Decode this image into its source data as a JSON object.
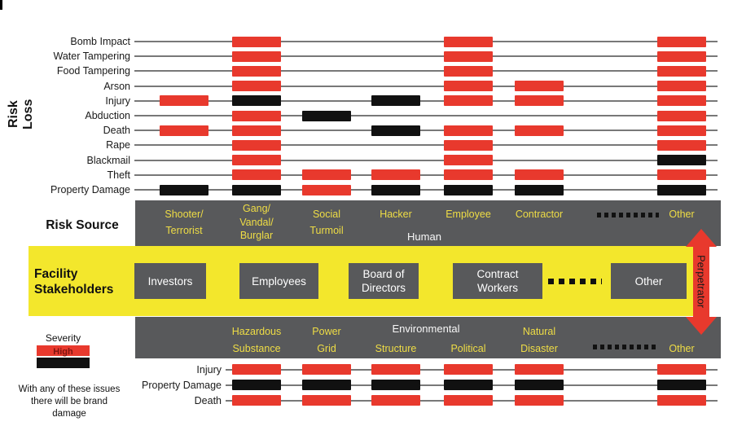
{
  "colors": {
    "band_gray": "#58595B",
    "band_yellow": "#F3E72C",
    "label_yellow": "#EFDD45",
    "bar_red": "#E8392D",
    "bar_black": "#111111",
    "line_gray": "#787878",
    "high_label": "#7F1410",
    "white_text": "#F7F7F7"
  },
  "risk_loss": {
    "axis_label": "Risk Loss",
    "rows": [
      {
        "label": "Bomb Impact",
        "cells": [
          "",
          "R",
          "",
          "",
          "R",
          "",
          "R"
        ]
      },
      {
        "label": "Water Tampering",
        "cells": [
          "",
          "R",
          "",
          "",
          "R",
          "",
          "R"
        ]
      },
      {
        "label": "Food Tampering",
        "cells": [
          "",
          "R",
          "",
          "",
          "R",
          "",
          "R"
        ]
      },
      {
        "label": "Arson",
        "cells": [
          "",
          "R",
          "",
          "",
          "R",
          "R",
          "R"
        ]
      },
      {
        "label": "Injury",
        "cells": [
          "R",
          "K",
          "",
          "K",
          "R",
          "R",
          "R"
        ]
      },
      {
        "label": "Abduction",
        "cells": [
          "",
          "R",
          "K",
          "",
          "",
          "",
          "R"
        ]
      },
      {
        "label": "Death",
        "cells": [
          "R",
          "R",
          "",
          "K",
          "R",
          "R",
          "R"
        ]
      },
      {
        "label": "Rape",
        "cells": [
          "",
          "R",
          "",
          "",
          "R",
          "",
          "R"
        ]
      },
      {
        "label": "Blackmail",
        "cells": [
          "",
          "R",
          "",
          "",
          "R",
          "",
          "K"
        ]
      },
      {
        "label": "Theft",
        "cells": [
          "",
          "R",
          "R",
          "R",
          "R",
          "R",
          "R"
        ]
      },
      {
        "label": "Property Damage",
        "cells": [
          "K",
          "K",
          "R",
          "K",
          "K",
          "K",
          "K"
        ]
      }
    ]
  },
  "risk_source": {
    "label": "Risk Source",
    "group_label": "Human",
    "items": [
      {
        "name": "shooter-terrorist",
        "lines": [
          "Shooter/",
          "Terrorist"
        ],
        "col": 0
      },
      {
        "name": "gang-vandal-burglar",
        "lines": [
          "Gang/",
          "Vandal/",
          "Burglar"
        ],
        "col": 1
      },
      {
        "name": "social-turmoil",
        "lines": [
          "Social",
          "Turmoil"
        ],
        "col": 2
      },
      {
        "name": "hacker",
        "lines": [
          "Hacker"
        ],
        "col": 3
      },
      {
        "name": "employee",
        "lines": [
          "Employee"
        ],
        "col": 4
      },
      {
        "name": "contractor",
        "lines": [
          "Contractor"
        ],
        "col": 5
      },
      {
        "name": "other",
        "lines": [
          "Other"
        ],
        "col": 6
      }
    ]
  },
  "stakeholders": {
    "label_lines": [
      "Facility",
      "Stakeholders"
    ],
    "boxes": [
      {
        "name": "investors",
        "lines": [
          "Investors"
        ]
      },
      {
        "name": "employees",
        "lines": [
          "Employees"
        ]
      },
      {
        "name": "board-of-directors",
        "lines": [
          "Board of",
          "Directors"
        ]
      },
      {
        "name": "contract-workers",
        "lines": [
          "Contract",
          "Workers"
        ]
      },
      {
        "name": "other",
        "lines": [
          "Other"
        ]
      }
    ]
  },
  "environmental": {
    "group_label": "Environmental",
    "items": [
      {
        "name": "hazardous-substance",
        "lines": [
          "Hazardous",
          "Substance"
        ],
        "col": 1
      },
      {
        "name": "power-grid",
        "lines": [
          "Power",
          "Grid"
        ],
        "col": 2
      },
      {
        "name": "structure",
        "lines": [
          "Structure"
        ],
        "col": 3
      },
      {
        "name": "political",
        "lines": [
          "Political"
        ],
        "col": 4
      },
      {
        "name": "natural-disaster",
        "lines": [
          "Natural",
          "Disaster"
        ],
        "col": 5
      },
      {
        "name": "other",
        "lines": [
          "Other"
        ],
        "col": 6
      }
    ]
  },
  "bottom_rows": [
    {
      "label": "Injury",
      "cells": [
        "R",
        "R",
        "R",
        "R",
        "R",
        "R"
      ]
    },
    {
      "label": "Property Damage",
      "cells": [
        "K",
        "K",
        "K",
        "K",
        "K",
        "K"
      ]
    },
    {
      "label": "Death",
      "cells": [
        "R",
        "R",
        "R",
        "R",
        "R",
        "R"
      ]
    }
  ],
  "perpetrator": {
    "label": "Perpetrator"
  },
  "legend": {
    "title": "Severity",
    "high_label": "High",
    "note_lines": [
      "With any of these issues",
      "there will be brand",
      "damage"
    ]
  }
}
